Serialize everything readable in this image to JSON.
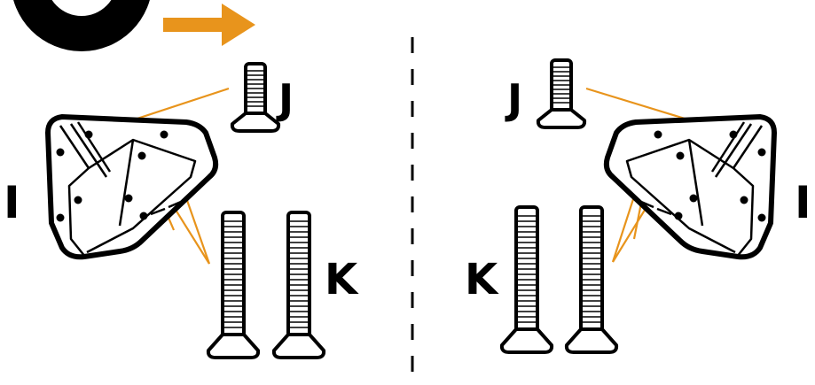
{
  "step": {
    "number": "",
    "badge_color": "#000000",
    "arrow_color": "#e8941c"
  },
  "labels": {
    "bracket_left": "I",
    "bracket_right": "I",
    "short_screw_left": "J",
    "short_screw_right": "J",
    "long_screw_left": "K",
    "long_screw_right": "K"
  },
  "colors": {
    "leader_line": "#e8941c",
    "outline": "#000000"
  },
  "icons": {
    "step_arrow": "arrow-right-icon",
    "divider": "dashed-divider"
  }
}
